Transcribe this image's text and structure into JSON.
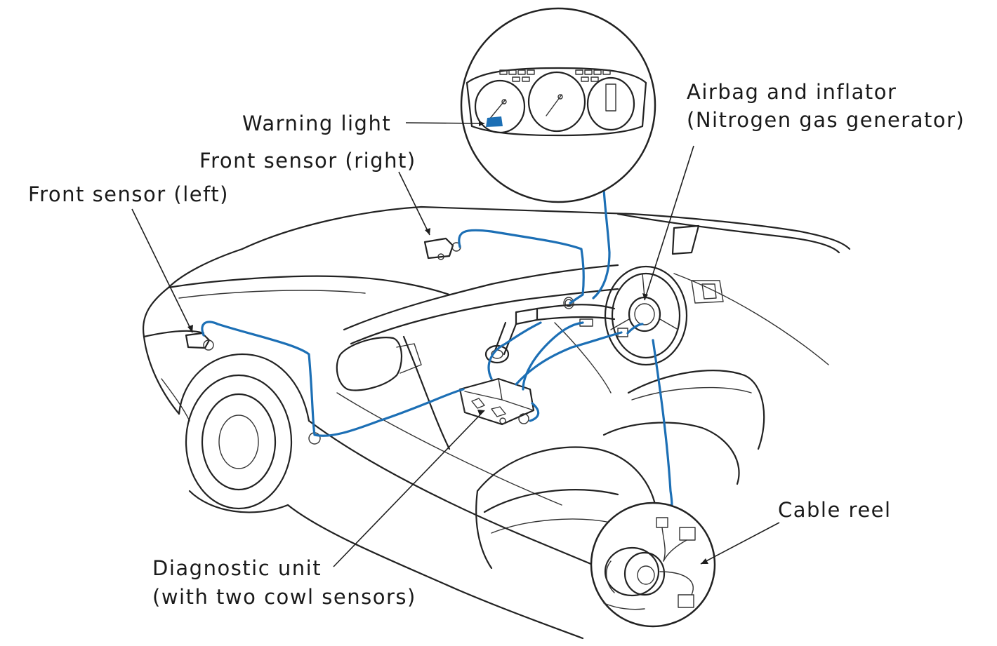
{
  "labels": {
    "warning_light": "Warning light",
    "front_sensor_right": "Front sensor (right)",
    "front_sensor_left": "Front sensor (left)",
    "airbag_line1": "Airbag and inflator",
    "airbag_line2": "(Nitrogen gas generator)",
    "cable_reel": "Cable reel",
    "diagnostic_line1": "Diagnostic unit",
    "diagnostic_line2": "(with two cowl sensors)"
  },
  "colors": {
    "wiring": "#1c6fb5",
    "ink": "#222222",
    "warning_lamp": "#1c6fb5"
  }
}
